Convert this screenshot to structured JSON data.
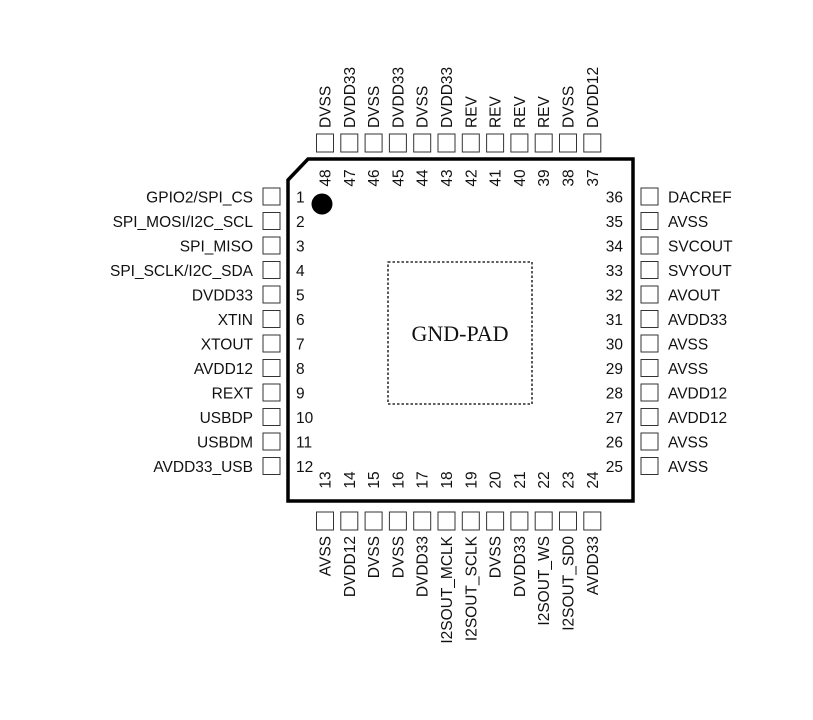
{
  "chip": {
    "pad_label": "GND-PAD",
    "left_pins": [
      {
        "num": "1",
        "name": "GPIO2/SPI_CS"
      },
      {
        "num": "2",
        "name": "SPI_MOSI/I2C_SCL"
      },
      {
        "num": "3",
        "name": "SPI_MISO"
      },
      {
        "num": "4",
        "name": "SPI_SCLK/I2C_SDA"
      },
      {
        "num": "5",
        "name": "DVDD33"
      },
      {
        "num": "6",
        "name": "XTIN"
      },
      {
        "num": "7",
        "name": "XTOUT"
      },
      {
        "num": "8",
        "name": "AVDD12"
      },
      {
        "num": "9",
        "name": "REXT"
      },
      {
        "num": "10",
        "name": "USBDP"
      },
      {
        "num": "11",
        "name": "USBDM"
      },
      {
        "num": "12",
        "name": "AVDD33_USB"
      }
    ],
    "bottom_pins": [
      {
        "num": "13",
        "name": "AVSS"
      },
      {
        "num": "14",
        "name": "DVDD12"
      },
      {
        "num": "15",
        "name": "DVSS"
      },
      {
        "num": "16",
        "name": "DVSS"
      },
      {
        "num": "17",
        "name": "DVDD33"
      },
      {
        "num": "18",
        "name": "I2SOUT_MCLK"
      },
      {
        "num": "19",
        "name": "I2SOUT_SCLK"
      },
      {
        "num": "20",
        "name": "DVSS"
      },
      {
        "num": "21",
        "name": "DVDD33"
      },
      {
        "num": "22",
        "name": "I2SOUT_WS"
      },
      {
        "num": "23",
        "name": "I2SOUT_SD0"
      },
      {
        "num": "24",
        "name": "AVDD33"
      }
    ],
    "right_pins": [
      {
        "num": "25",
        "name": "AVSS"
      },
      {
        "num": "26",
        "name": "AVSS"
      },
      {
        "num": "27",
        "name": "AVDD12"
      },
      {
        "num": "28",
        "name": "AVDD12"
      },
      {
        "num": "29",
        "name": "AVSS"
      },
      {
        "num": "30",
        "name": "AVSS"
      },
      {
        "num": "31",
        "name": "AVDD33"
      },
      {
        "num": "32",
        "name": "AVOUT"
      },
      {
        "num": "33",
        "name": "SVYOUT"
      },
      {
        "num": "34",
        "name": "SVCOUT"
      },
      {
        "num": "35",
        "name": "AVSS"
      },
      {
        "num": "36",
        "name": "DACREF"
      }
    ],
    "top_pins": [
      {
        "num": "37",
        "name": "DVDD12"
      },
      {
        "num": "38",
        "name": "DVSS"
      },
      {
        "num": "39",
        "name": "REV"
      },
      {
        "num": "40",
        "name": "REV"
      },
      {
        "num": "41",
        "name": "REV"
      },
      {
        "num": "42",
        "name": "REV"
      },
      {
        "num": "43",
        "name": "DVDD33"
      },
      {
        "num": "44",
        "name": "DVSS"
      },
      {
        "num": "45",
        "name": "DVDD33"
      },
      {
        "num": "46",
        "name": "DVSS"
      },
      {
        "num": "47",
        "name": "DVDD33"
      },
      {
        "num": "48",
        "name": "DVSS"
      }
    ]
  }
}
